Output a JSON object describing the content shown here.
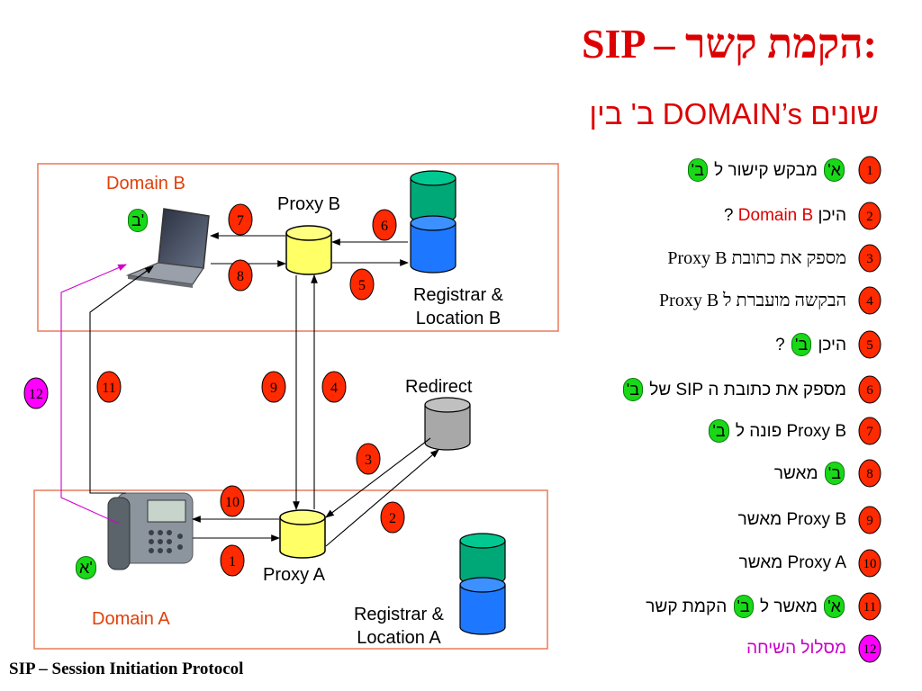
{
  "title": "SIP – הקמת קשר:",
  "subtitle": "ב' בין DOMAIN’s שונים",
  "footer": "SIP – Session Initiation Protocol",
  "domain_b": {
    "label": "Domain B",
    "proxy": "Proxy B",
    "registrar": "Registrar & Location B",
    "user": "ב'"
  },
  "domain_a": {
    "label": "Domain A",
    "proxy": "Proxy A",
    "registrar": "Registrar & Location A",
    "user": "א'"
  },
  "redirect": "Redirect",
  "diagram_badges": [
    "1",
    "2",
    "3",
    "4",
    "5",
    "6",
    "7",
    "8",
    "9",
    "10",
    "11",
    "12"
  ],
  "steps": [
    {
      "n": "1",
      "t1": "מבקש קישור ל",
      "p1": "ב'",
      "t2": "",
      "p0": "א'"
    },
    {
      "n": "2",
      "t1": "היכן",
      "r": "Domain B",
      "t2": "?"
    },
    {
      "n": "3",
      "t1": "מספק את כתובת Proxy B"
    },
    {
      "n": "4",
      "t1": "הבקשה מועברת ל Proxy B"
    },
    {
      "n": "5",
      "t1": "היכן",
      "p1": "ב'",
      "t2": "?"
    },
    {
      "n": "6",
      "t1": "מספק את כתובת ה SIP של",
      "p1": "ב'"
    },
    {
      "n": "7",
      "t1": "Proxy B פונה ל",
      "p1": "ב'"
    },
    {
      "n": "8",
      "t1": "מאשר",
      "p0": "ב'"
    },
    {
      "n": "9",
      "t1": "Proxy B מאשר"
    },
    {
      "n": "10",
      "t1": "Proxy A מאשר"
    },
    {
      "n": "11",
      "p0": "א'",
      "t1": "מאשר ל",
      "p1": "ב'",
      "t2": "הקמת קשר"
    },
    {
      "n": "12",
      "t1": "מסלול השיחה"
    }
  ],
  "colors": {
    "title": "#dd0000",
    "badge_red": "#ff2a00",
    "badge_magenta": "#ff00ff",
    "badge_green": "#18d818",
    "box_border": "#e87a5a",
    "proxy_yellow": "#ffff66",
    "db_teal": "#00a878",
    "db_blue": "#1e78ff",
    "redirect_gray": "#a8a8a8"
  }
}
